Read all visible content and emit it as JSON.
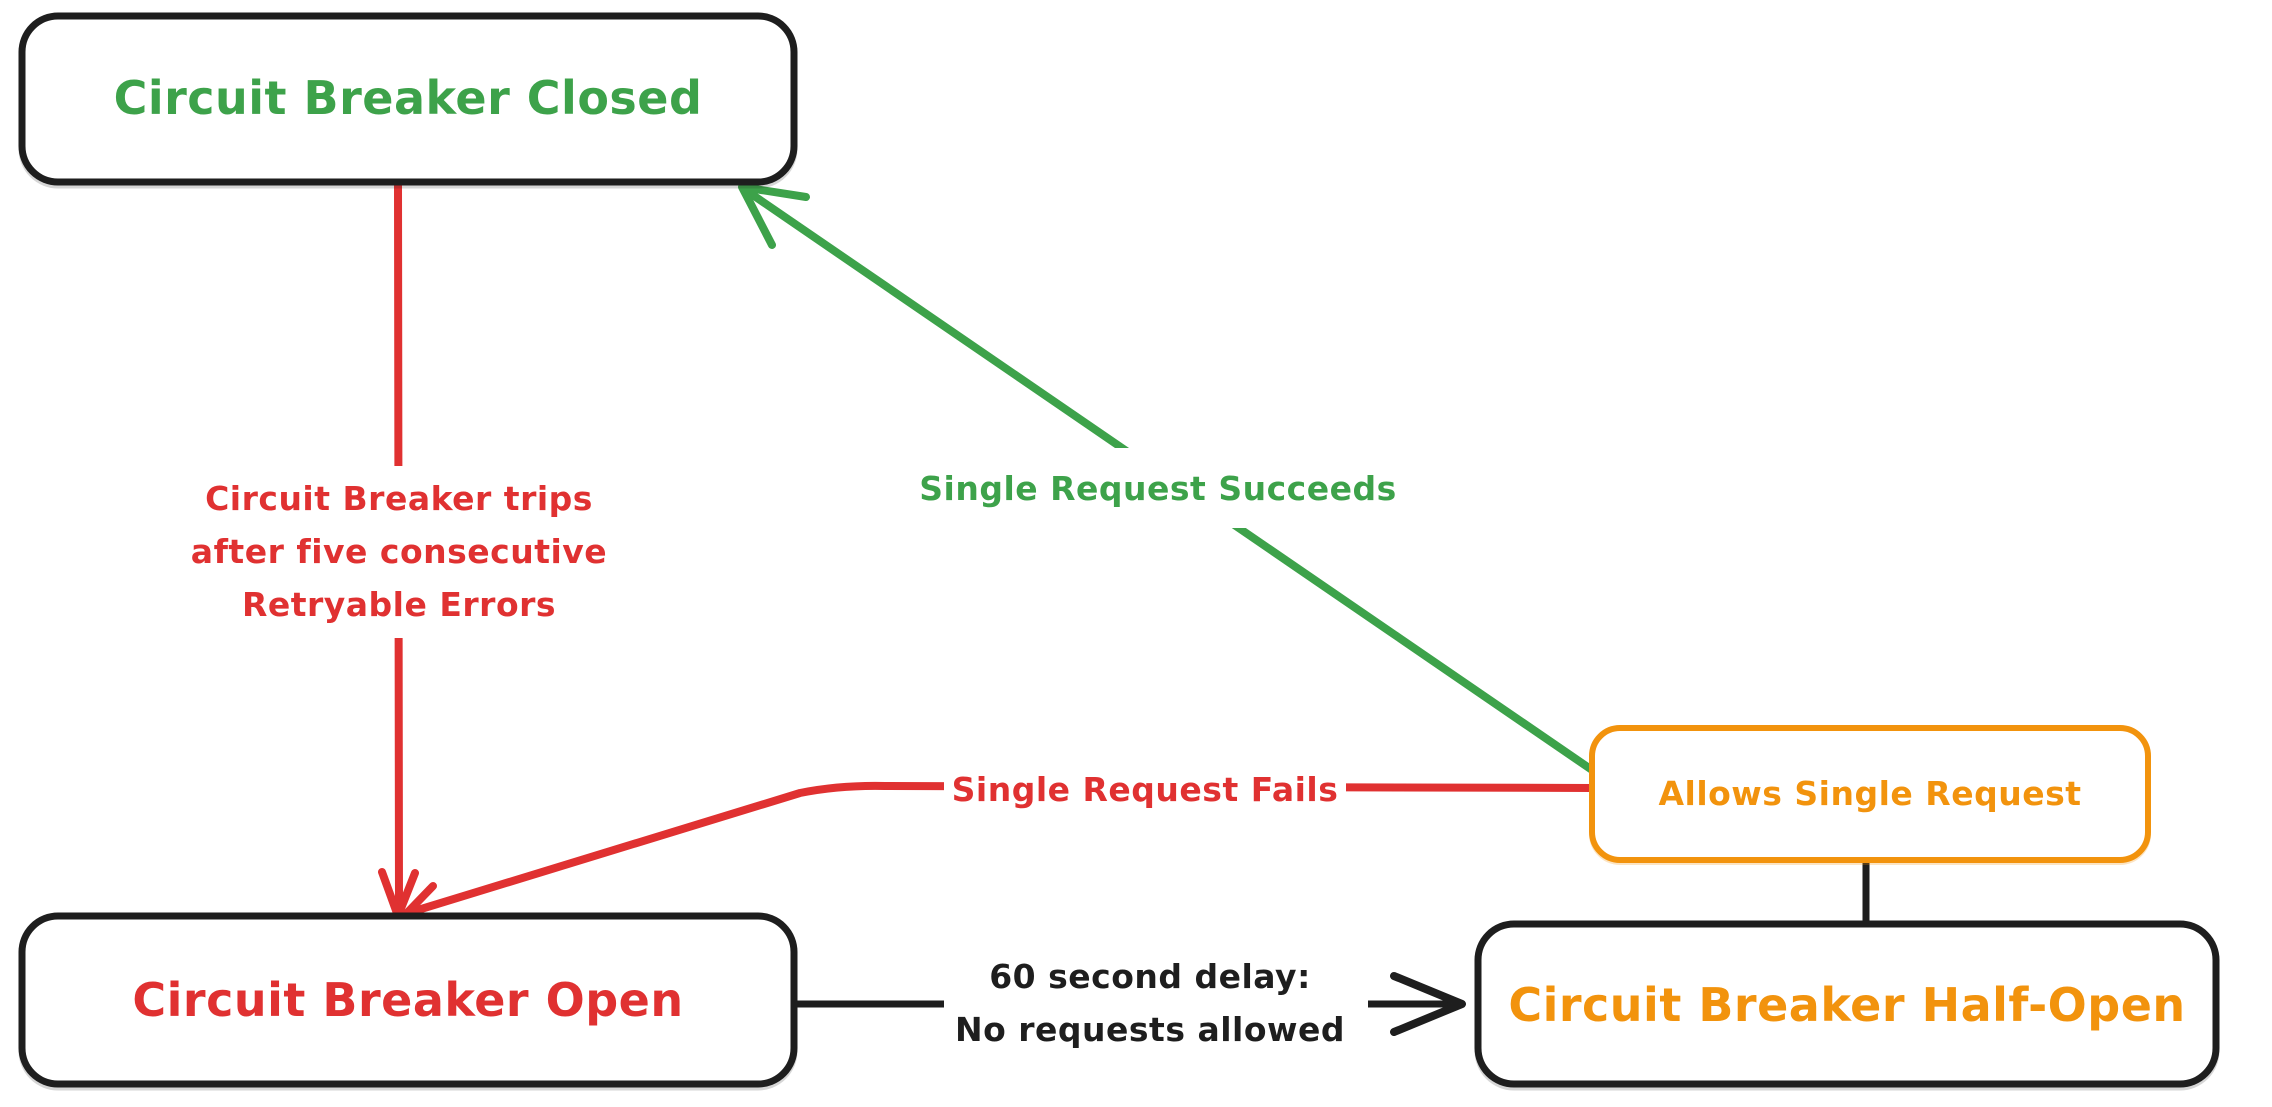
{
  "colors": {
    "ink": "#1e1e1e",
    "red": "#e03131",
    "green": "#3da24a",
    "orange": "#f2930d",
    "background": "#ffffff"
  },
  "nodes": {
    "closed": {
      "label": "Circuit Breaker Closed",
      "text_color": "green"
    },
    "open": {
      "label": "Circuit Breaker Open",
      "text_color": "red"
    },
    "half_open": {
      "label": "Circuit Breaker Half-Open",
      "text_color": "orange"
    },
    "allows_single_request": {
      "label": "Allows Single Request",
      "text_color": "orange"
    }
  },
  "edges": {
    "closed_to_open": {
      "from": "closed",
      "to": "open",
      "color": "red",
      "label_lines": [
        "Circuit Breaker trips",
        "after five consecutive",
        "Retryable Errors"
      ]
    },
    "allows_to_closed": {
      "from": "allows_single_request",
      "to": "closed",
      "color": "green",
      "label": "Single Request Succeeds"
    },
    "allows_to_open": {
      "from": "allows_single_request",
      "to": "open",
      "color": "red",
      "label": "Single Request Fails"
    },
    "open_to_half_open": {
      "from": "open",
      "to": "half_open",
      "color": "black",
      "label_lines": [
        "60 second delay:",
        "No requests allowed"
      ]
    },
    "half_open_to_allows": {
      "from": "half_open",
      "to": "allows_single_request",
      "color": "black"
    }
  }
}
